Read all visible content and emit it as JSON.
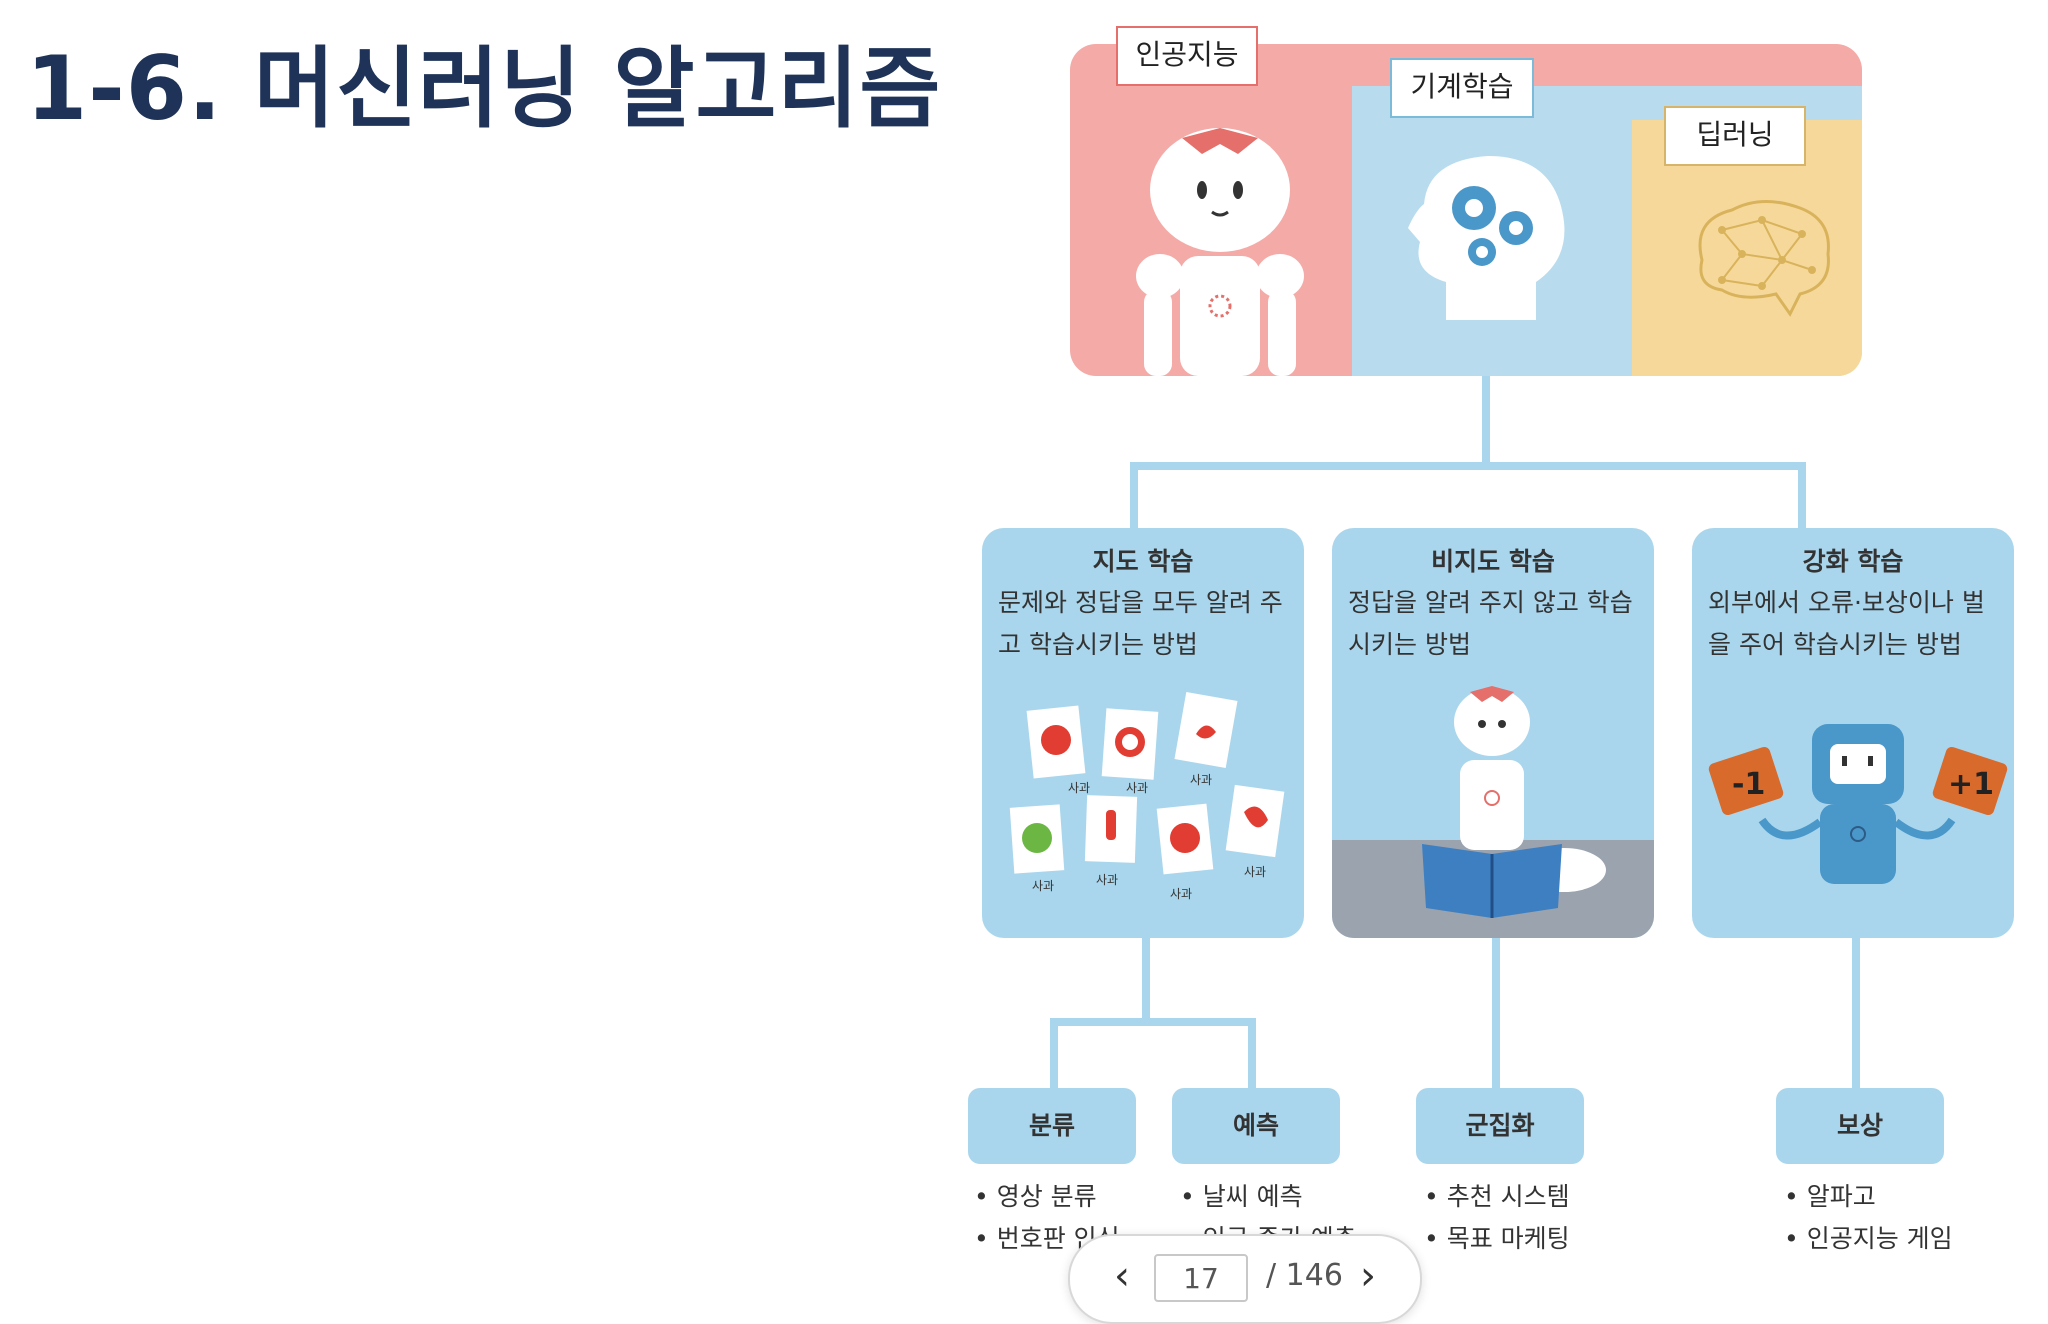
{
  "slide": {
    "title": "1-6. 머신러닝 알고리즘"
  },
  "diagram": {
    "concepts": {
      "ai": "인공지능",
      "ml": "기계학습",
      "dl": "딥러닝"
    },
    "learning_types": [
      {
        "title": "지도 학습",
        "desc": "문제와 정답을 모두 알려 주고 학습시키는 방법"
      },
      {
        "title": "비지도 학습",
        "desc": "정답을 알려 주지 않고 학습시키는 방법"
      },
      {
        "title": "강화 학습",
        "desc": "외부에서 오류·보상이나 벌을 주어 학습시키는 방법"
      }
    ],
    "card_label": "사과",
    "score_minus": "-1",
    "score_plus": "+1",
    "categories": [
      {
        "label": "분류",
        "items": [
          "• 영상 분류",
          "• 번호판 인식"
        ]
      },
      {
        "label": "예측",
        "items": [
          "• 날씨 예측",
          "• 인구 증가 예측"
        ]
      },
      {
        "label": "군집화",
        "items": [
          "• 추천 시스템",
          "• 목표 마케팅"
        ]
      },
      {
        "label": "보상",
        "items": [
          "• 알파고",
          "• 인공지능 게임"
        ]
      }
    ]
  },
  "pager": {
    "current": "17",
    "total": "/ 146",
    "prev_icon": "chevron-left-icon",
    "next_icon": "chevron-right-icon"
  },
  "colors": {
    "title": "#1e3357",
    "ai": "#f4aaa6",
    "ml": "#b8dcee",
    "dl": "#f6d99a",
    "branch": "#a9d6ec"
  }
}
